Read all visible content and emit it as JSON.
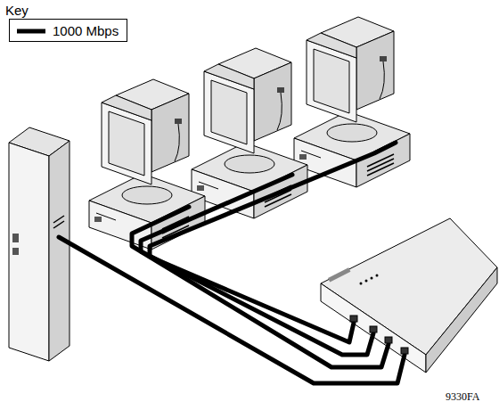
{
  "diagram": {
    "labels": [
      "Key",
      "9330FA"
    ],
    "legend": [
      {
        "text": "1000 Mbps"
      }
    ]
  }
}
